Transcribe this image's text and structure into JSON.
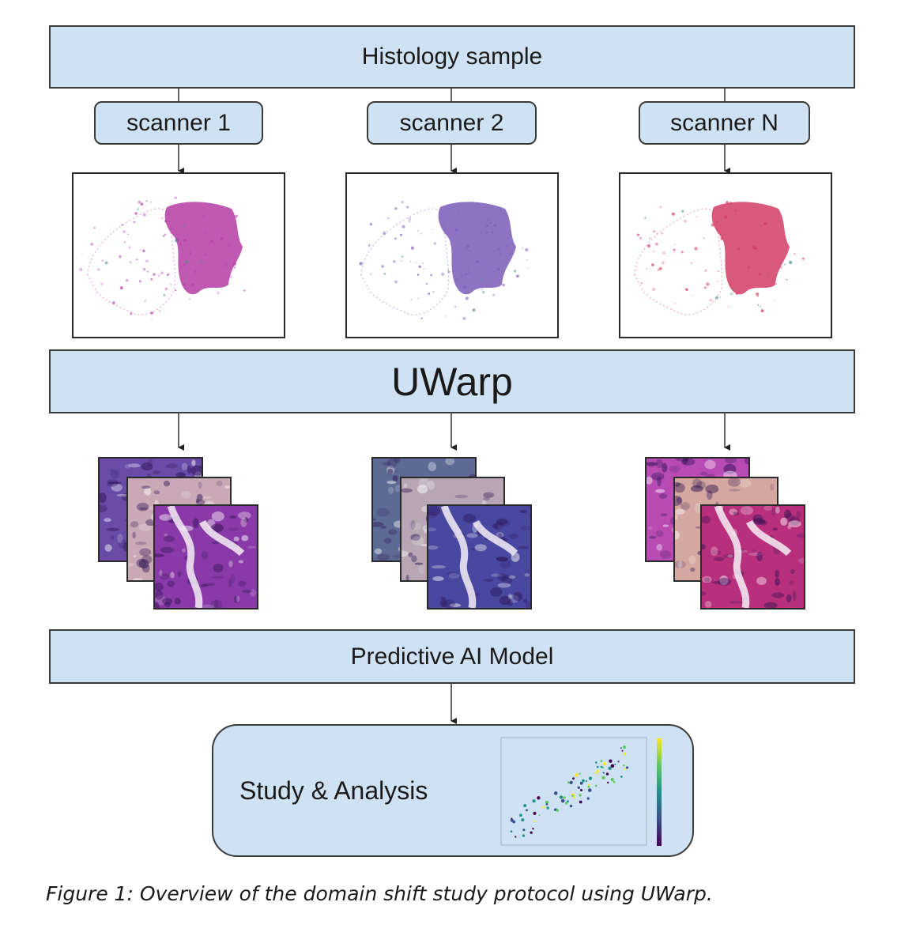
{
  "diagram": {
    "top_box_label": "Histology sample",
    "scanners": [
      "scanner 1",
      "scanner 2",
      "scanner N"
    ],
    "middle_box_label": "UWarp",
    "model_box_label": "Predictive AI Model",
    "output_box_label": "Study & Analysis",
    "slide_tints": [
      "#b43ca5",
      "#7a5ab8",
      "#d23c64"
    ],
    "tile_tints": {
      "scanner_1": [
        "#6a4ba8",
        "#c9a9b5",
        "#8a3aa8"
      ],
      "scanner_2": [
        "#5c6a94",
        "#b8a6b4",
        "#4848a0"
      ],
      "scanner_N": [
        "#b84cb4",
        "#d4a8a0",
        "#b8307c"
      ]
    },
    "scatter_colormap": [
      "#440154",
      "#3b528b",
      "#21918c",
      "#5ec962",
      "#fde725"
    ]
  },
  "caption": "Figure 1: Overview of the domain shift study protocol using UWarp."
}
